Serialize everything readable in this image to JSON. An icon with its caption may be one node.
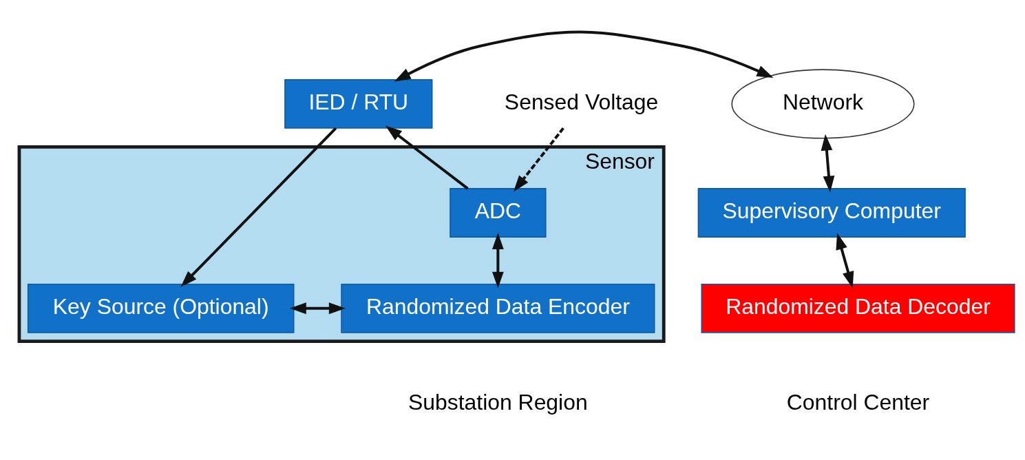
{
  "diagram": {
    "nodes": [
      {
        "text": [
          "Network"
        ]
      },
      {
        "text": [
          "IED / RTU"
        ]
      },
      {
        "text": [
          "Sensor"
        ]
      },
      {
        "text": [
          "ADC"
        ],
        "in": 2
      },
      {
        "text": [
          "Randomized Data Encoder"
        ],
        "in": 2
      },
      {
        "text": [
          "Key Source (Optional)"
        ],
        "in": 2
      },
      {
        "text": [
          "Supervisory Computer"
        ]
      },
      {
        "text": [
          "Randomized Data Decoder"
        ]
      },
      {
        "text": [
          "Sensed Voltage"
        ]
      }
    ],
    "edges": [
      {
        "from": 1,
        "to": 0,
        "arrow": "both"
      },
      {
        "from": 0,
        "to": 6,
        "arrow": "both"
      },
      {
        "from": 3,
        "to": 1,
        "arrow": "to"
      },
      {
        "from": 1,
        "to": 5,
        "arrow": "to"
      },
      {
        "from": 3,
        "to": 4,
        "arrow": "both"
      },
      {
        "from": 4,
        "to": 5,
        "arrow": "both"
      },
      {
        "from": 6,
        "to": 7,
        "arrow": "both"
      },
      {
        "from": 8,
        "to": 3,
        "arrow": "to",
        "style": "dashed"
      }
    ],
    "labels": [
      "Substation Region",
      "Control Center"
    ]
  }
}
